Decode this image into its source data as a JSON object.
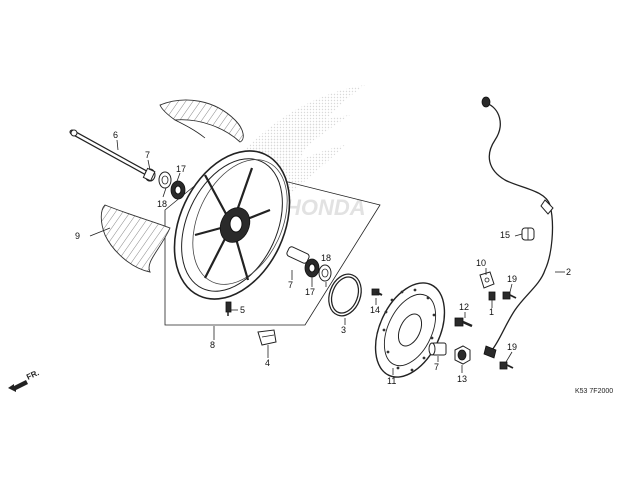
{
  "diagram": {
    "callouts": [
      {
        "id": "c1",
        "text": "1"
      },
      {
        "id": "c2",
        "text": "2"
      },
      {
        "id": "c3",
        "text": "3"
      },
      {
        "id": "c4",
        "text": "4"
      },
      {
        "id": "c5",
        "text": "5"
      },
      {
        "id": "c6",
        "text": "6"
      },
      {
        "id": "c7a",
        "text": "7"
      },
      {
        "id": "c7b",
        "text": "7"
      },
      {
        "id": "c8",
        "text": "8"
      },
      {
        "id": "c9",
        "text": "9"
      },
      {
        "id": "c10",
        "text": "10"
      },
      {
        "id": "c11",
        "text": "11"
      },
      {
        "id": "c12",
        "text": "12"
      },
      {
        "id": "c13",
        "text": "13"
      },
      {
        "id": "c14",
        "text": "14"
      },
      {
        "id": "c15",
        "text": "15"
      },
      {
        "id": "c16",
        "text": "16"
      },
      {
        "id": "c17a",
        "text": "17"
      },
      {
        "id": "c17b",
        "text": "17"
      },
      {
        "id": "c18a",
        "text": "18"
      },
      {
        "id": "c18b",
        "text": "18"
      },
      {
        "id": "c19a",
        "text": "19"
      },
      {
        "id": "c19b",
        "text": "19"
      }
    ],
    "direction_label": "FR.",
    "diagram_code": "K53 7F2000",
    "watermark_text": "HONDA"
  }
}
